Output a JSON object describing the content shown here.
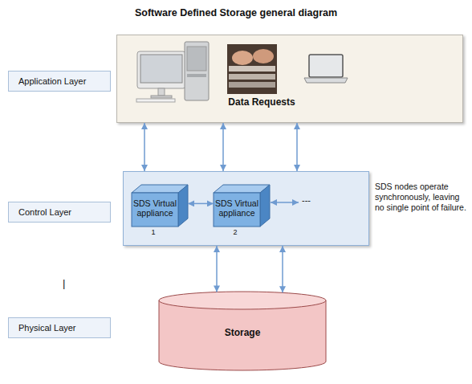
{
  "diagram": {
    "title": "Software Defined Storage general diagram",
    "nodes": [
      {
        "text": [
          "Application Layer"
        ]
      },
      {
        "text": [
          "Data Requests"
        ]
      },
      {
        "text": [
          "Control Layer"
        ]
      },
      {
        "text": []
      },
      {
        "text": [
          "SDS Virtual appliance",
          "1"
        ],
        "in": 3
      },
      {
        "text": [
          "SDS Virtual appliance",
          "2"
        ],
        "in": 3
      },
      {
        "text": [
          "Physical Layer"
        ]
      },
      {
        "text": [
          "Storage"
        ]
      }
    ],
    "edges": [
      {
        "from": 1,
        "to": 3,
        "arrow": "both"
      },
      {
        "from": 1,
        "to": 3,
        "arrow": "both"
      },
      {
        "from": 1,
        "to": 3,
        "arrow": "both"
      },
      {
        "from": 4,
        "to": 5,
        "arrow": "both"
      },
      {
        "from": 3,
        "to": 7,
        "arrow": "both"
      },
      {
        "from": 3,
        "to": 7,
        "arrow": "both"
      }
    ],
    "labels": [
      "---",
      "SDS nodes operate synchronously, leaving no single point of failure.",
      "|"
    ]
  }
}
